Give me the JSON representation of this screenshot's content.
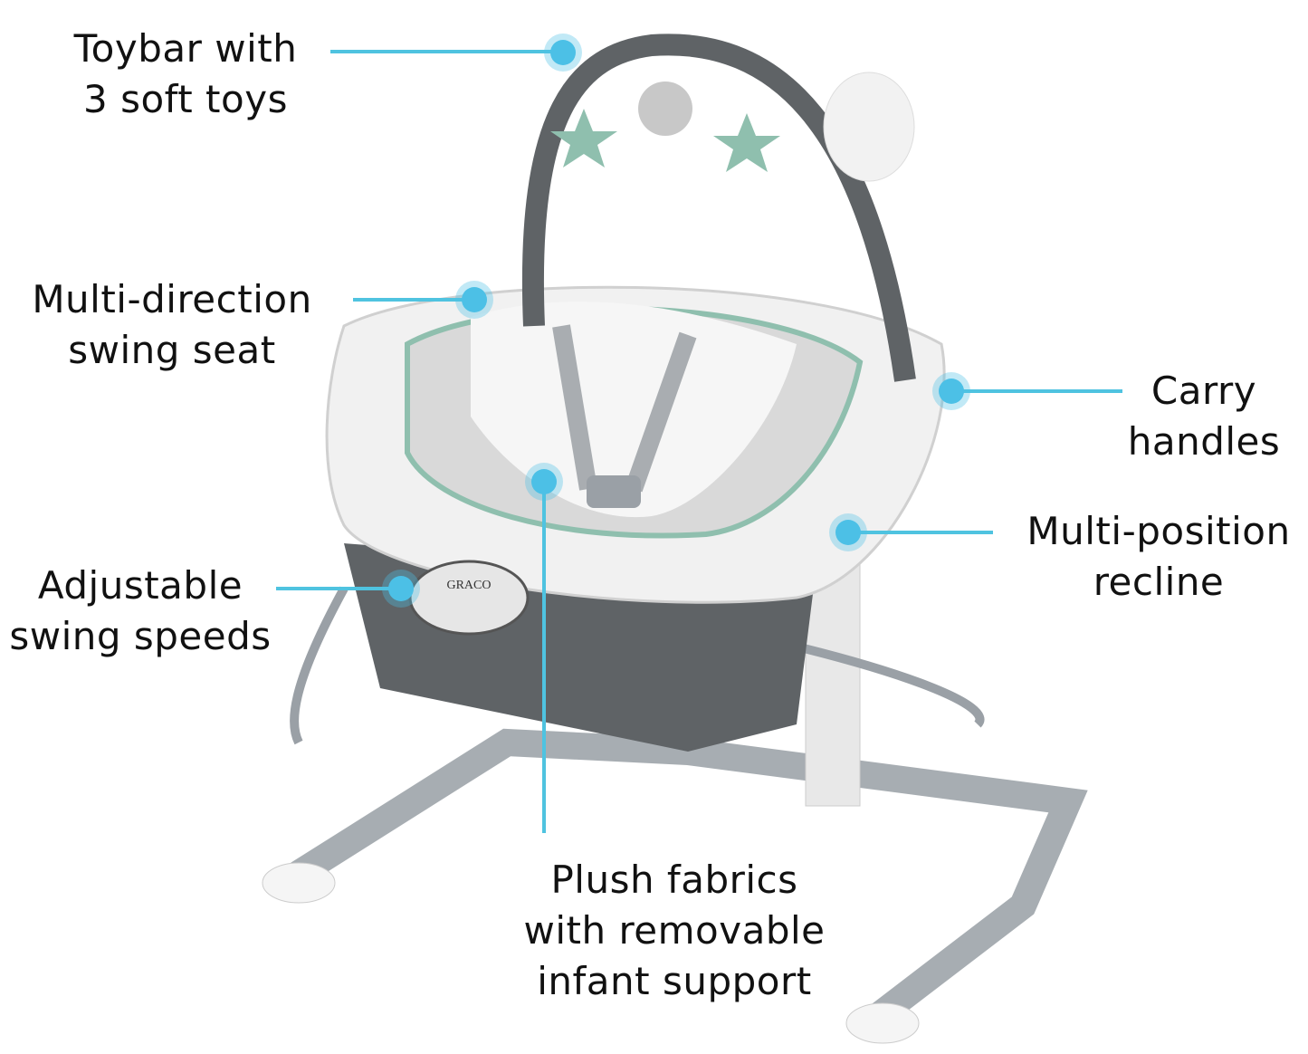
{
  "callouts": [
    {
      "id": "toybar",
      "lines": [
        "Toybar with",
        "3 soft toys"
      ]
    },
    {
      "id": "swing-seat",
      "lines": [
        "Multi-direction",
        "swing seat"
      ]
    },
    {
      "id": "carry",
      "lines": [
        "Carry",
        "handles"
      ]
    },
    {
      "id": "recline",
      "lines": [
        "Multi-position",
        "recline"
      ]
    },
    {
      "id": "speeds",
      "lines": [
        "Adjustable",
        "swing speeds"
      ]
    },
    {
      "id": "fabrics",
      "lines": [
        "Plush fabrics",
        "with removable",
        "infant support"
      ]
    }
  ],
  "product": {
    "brand_logo": "GRACO"
  },
  "colors": {
    "accent": "#4cc0e6",
    "text": "#111111",
    "frame": "#9aa0a6",
    "fabric_dark": "#5f6366",
    "fabric_light": "#eeeeee",
    "toy_green": "#8fbfae"
  }
}
